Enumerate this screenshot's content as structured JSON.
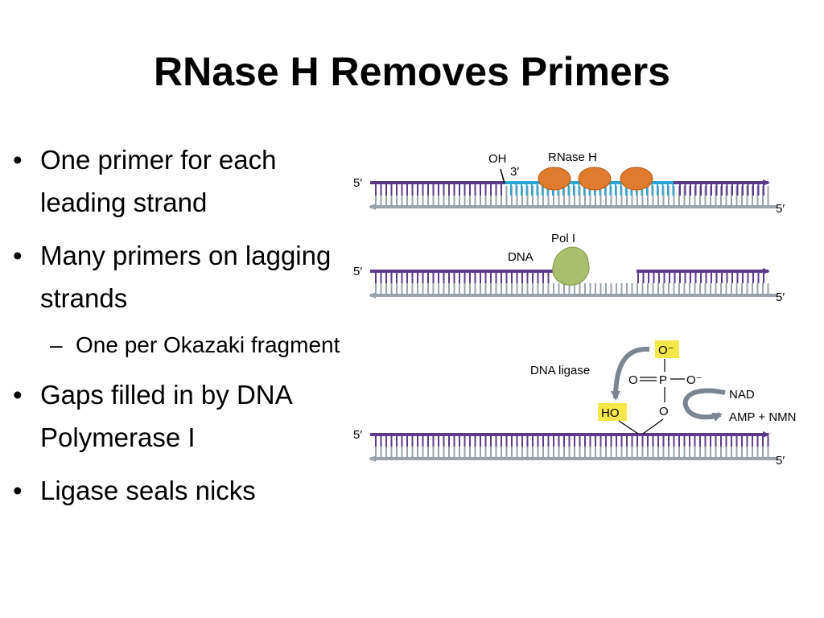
{
  "title": "RNase H Removes Primers",
  "bullets": [
    {
      "text": "One primer for each leading strand"
    },
    {
      "text": "Many primers on lagging strands",
      "sub": [
        "One per Okazaki fragment"
      ]
    },
    {
      "text": "Gaps filled in by DNA Polymerase I"
    },
    {
      "text": "Ligase seals nicks"
    }
  ],
  "bullet_glyph": "•",
  "sub_glyph": "–",
  "diagram": {
    "panel1": {
      "oh": "OH",
      "three_prime": "3′",
      "enzyme": "RNase H",
      "five_top": "5′",
      "five_bottom": "5′"
    },
    "panel2": {
      "enzyme": "Pol I",
      "dna": "DNA",
      "five_top": "5′",
      "five_bottom": "5′"
    },
    "panel3": {
      "enzyme": "DNA ligase",
      "o_minus_top": "O⁻",
      "o_double": "O",
      "p": "P",
      "o_minus_right": "O⁻",
      "ho": "HO",
      "o_bottom": "O",
      "nad": "NAD",
      "amp_nmn": "AMP + NMN",
      "five_top": "5′",
      "five_bottom": "5′"
    },
    "colors": {
      "dna_strand": "#5b3a8c",
      "template_strand": "#9aa3ab",
      "primer": "#2aa6d4",
      "rnase_h": "#e07a2c",
      "pol_i": "#a9bf6e",
      "highlight": "#f5e84a",
      "arrow_gray": "#7a8590"
    }
  }
}
